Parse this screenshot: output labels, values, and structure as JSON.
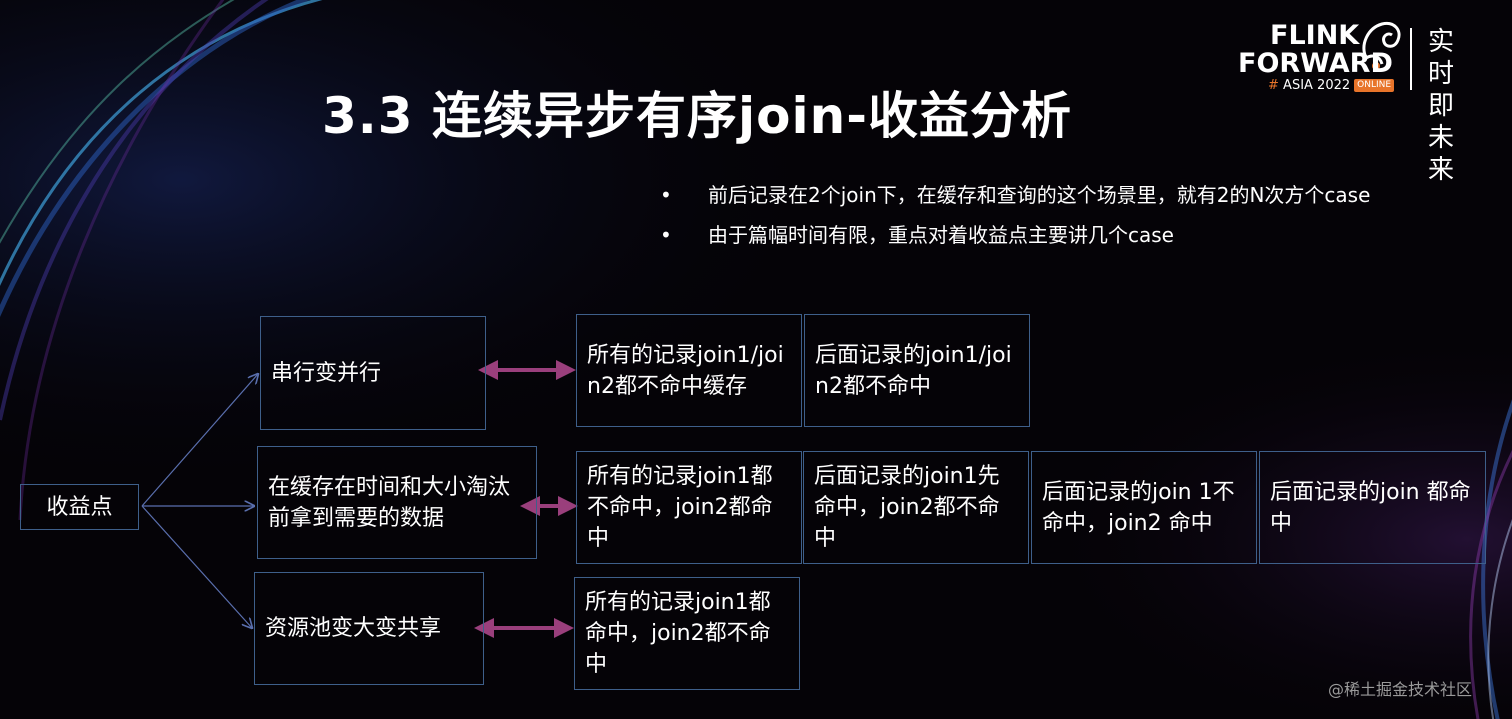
{
  "title": "3.3 连续异步有序join-收益分析",
  "bullets": [
    "前后记录在2个join下，在缓存和查询的这个场景里，就有2的N次方个case",
    "由于篇幅时间有限，重点对着收益点主要讲几个case"
  ],
  "diagram": {
    "root": "收益点",
    "benefits": [
      "串行变并行",
      "在缓存在时间和大小淘汰前拿到需要的数据",
      "资源池变大变共享"
    ],
    "cases": {
      "serial": [
        "所有的记录join1/join2都不命中缓存",
        "后面记录的join1/join2都不命中"
      ],
      "cache": [
        "所有的记录join1都不命中，join2都命中",
        "后面记录的join1先命中，join2都不命中",
        "后面记录的join 1不命中，join2 命中",
        "后面记录的join 都命中"
      ],
      "pool": [
        "所有的记录join1都命中，join2都不命中"
      ]
    }
  },
  "logo": {
    "line1": "FLINK",
    "line2": "FORWARD",
    "hash": "#",
    "event": "ASIA 2022",
    "badge": "ONLINE",
    "slogan": "实时即未来"
  },
  "watermark": "@稀土掘金技术社区",
  "colors": {
    "background": "#050307",
    "box_border": "#3e5f8a",
    "connector": "#9a3f7c",
    "branch_line": "#5a6fae",
    "accent": "#e8742a"
  }
}
